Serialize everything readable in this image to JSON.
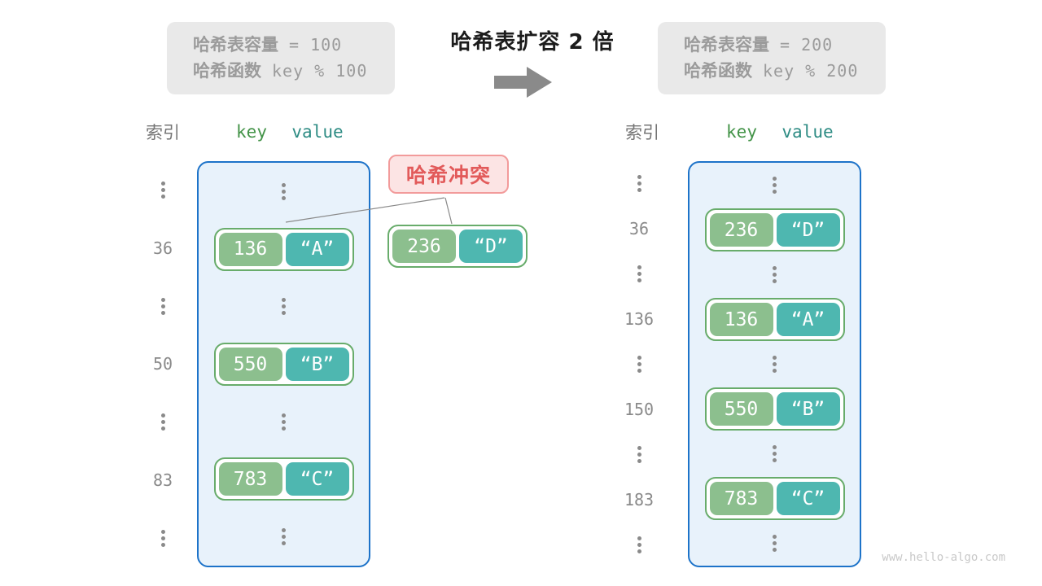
{
  "title": "哈希表扩容 2 倍",
  "info_before": {
    "line1_label": "哈希表容量",
    "line1_code": "= 100",
    "line2_label": "哈希函数",
    "line2_code": "key % 100"
  },
  "info_after": {
    "line1_label": "哈希表容量",
    "line1_code": "= 200",
    "line2_label": "哈希函数",
    "line2_code": "key % 200"
  },
  "conflict_badge": "哈希冲突",
  "floating_pair": {
    "key": "236",
    "value": "“D”"
  },
  "left_table": {
    "index_header": "索引",
    "key_header": "key",
    "value_header": "value",
    "rows": [
      {
        "type": "ellipsis"
      },
      {
        "type": "pair",
        "index": "36",
        "key": "136",
        "value": "“A”"
      },
      {
        "type": "ellipsis"
      },
      {
        "type": "pair",
        "index": "50",
        "key": "550",
        "value": "“B”"
      },
      {
        "type": "ellipsis"
      },
      {
        "type": "pair",
        "index": "83",
        "key": "783",
        "value": "“C”"
      },
      {
        "type": "ellipsis"
      }
    ]
  },
  "right_table": {
    "index_header": "索引",
    "key_header": "key",
    "value_header": "value",
    "rows": [
      {
        "type": "ellipsis"
      },
      {
        "type": "pair",
        "index": "36",
        "key": "236",
        "value": "“D”"
      },
      {
        "type": "ellipsis"
      },
      {
        "type": "pair",
        "index": "136",
        "key": "136",
        "value": "“A”"
      },
      {
        "type": "ellipsis"
      },
      {
        "type": "pair",
        "index": "150",
        "key": "550",
        "value": "“B”"
      },
      {
        "type": "ellipsis"
      },
      {
        "type": "pair",
        "index": "183",
        "key": "783",
        "value": "“C”"
      },
      {
        "type": "ellipsis"
      }
    ]
  },
  "watermark": "www.hello-algo.com",
  "icons": {
    "arrow": "right-block-arrow",
    "ellipsis": "vertical-ellipsis"
  },
  "colors": {
    "info_box_bg": "#e9e9e9",
    "info_box_text": "#9b9b9b",
    "title_text": "#1c1c1c",
    "arrow_gray": "#8a8a8a",
    "index_gray": "#8a8a8a",
    "key_header_green": "#449449",
    "value_header_teal": "#2e8c84",
    "container_fill": "#e8f2fb",
    "container_border": "#1d73c9",
    "pair_border": "#68ac6b",
    "key_fill": "#8cbf8e",
    "value_fill": "#4eb7b0",
    "badge_bg": "#fce4e4",
    "badge_border": "#f29b9b",
    "badge_text": "#e25a5a",
    "watermark_text": "#c9c9c9"
  }
}
